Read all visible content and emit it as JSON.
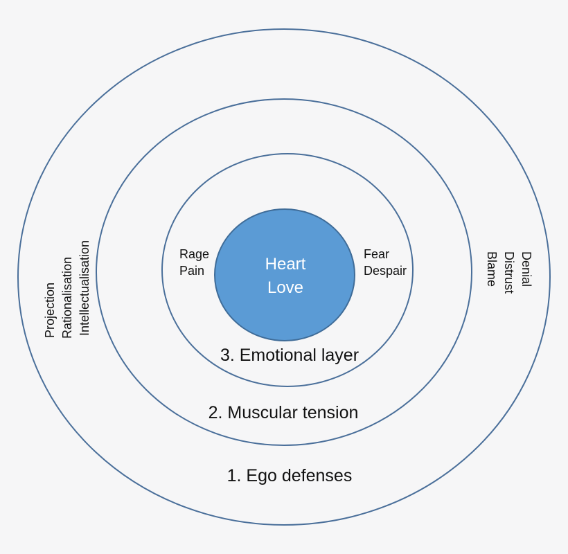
{
  "core": {
    "line1": "Heart",
    "line2": "Love",
    "fill_color": "#5b9bd5"
  },
  "layers": {
    "emotional": {
      "title": "3. Emotional layer",
      "left": [
        "Rage",
        "Pain"
      ],
      "right": [
        "Fear",
        "Despair"
      ]
    },
    "muscular": {
      "title": "2. Muscular tension"
    },
    "ego": {
      "title": "1. Ego defenses",
      "left_vertical": [
        "Projection",
        "Rationalisation",
        "Intellectualisation"
      ],
      "right_vertical": [
        "Denial",
        "Distrust",
        "Blame"
      ]
    }
  },
  "ring_color": "#4a6f9a"
}
